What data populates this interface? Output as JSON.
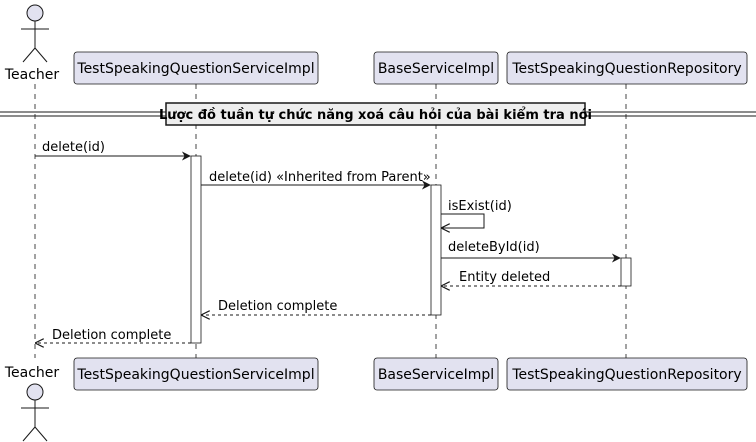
{
  "divider": {
    "label": "Lược đồ tuần tự chức năng xoá câu hỏi của bài kiểm tra nói"
  },
  "actor": {
    "name": "Teacher"
  },
  "participants": [
    {
      "id": "svc",
      "name": "TestSpeakingQuestionServiceImpl"
    },
    {
      "id": "base",
      "name": "BaseServiceImpl"
    },
    {
      "id": "repo",
      "name": "TestSpeakingQuestionRepository"
    }
  ],
  "messages": [
    {
      "from": "actor",
      "to": "svc",
      "label": "delete(id)",
      "style": "sync"
    },
    {
      "from": "svc",
      "to": "base",
      "label": "delete(id) «Inherited from Parent»",
      "style": "sync"
    },
    {
      "from": "base",
      "to": "base",
      "label": "isExist(id)",
      "style": "self"
    },
    {
      "from": "base",
      "to": "repo",
      "label": "deleteById(id)",
      "style": "sync"
    },
    {
      "from": "repo",
      "to": "base",
      "label": "Entity deleted",
      "style": "return"
    },
    {
      "from": "base",
      "to": "svc",
      "label": "Deletion complete",
      "style": "return"
    },
    {
      "from": "svc",
      "to": "actor",
      "label": "Deletion complete",
      "style": "return"
    }
  ],
  "colors": {
    "participant_fill": "#E2E2F0",
    "participant_border": "#181818",
    "line": "#181818",
    "lifeline": "#181818"
  }
}
